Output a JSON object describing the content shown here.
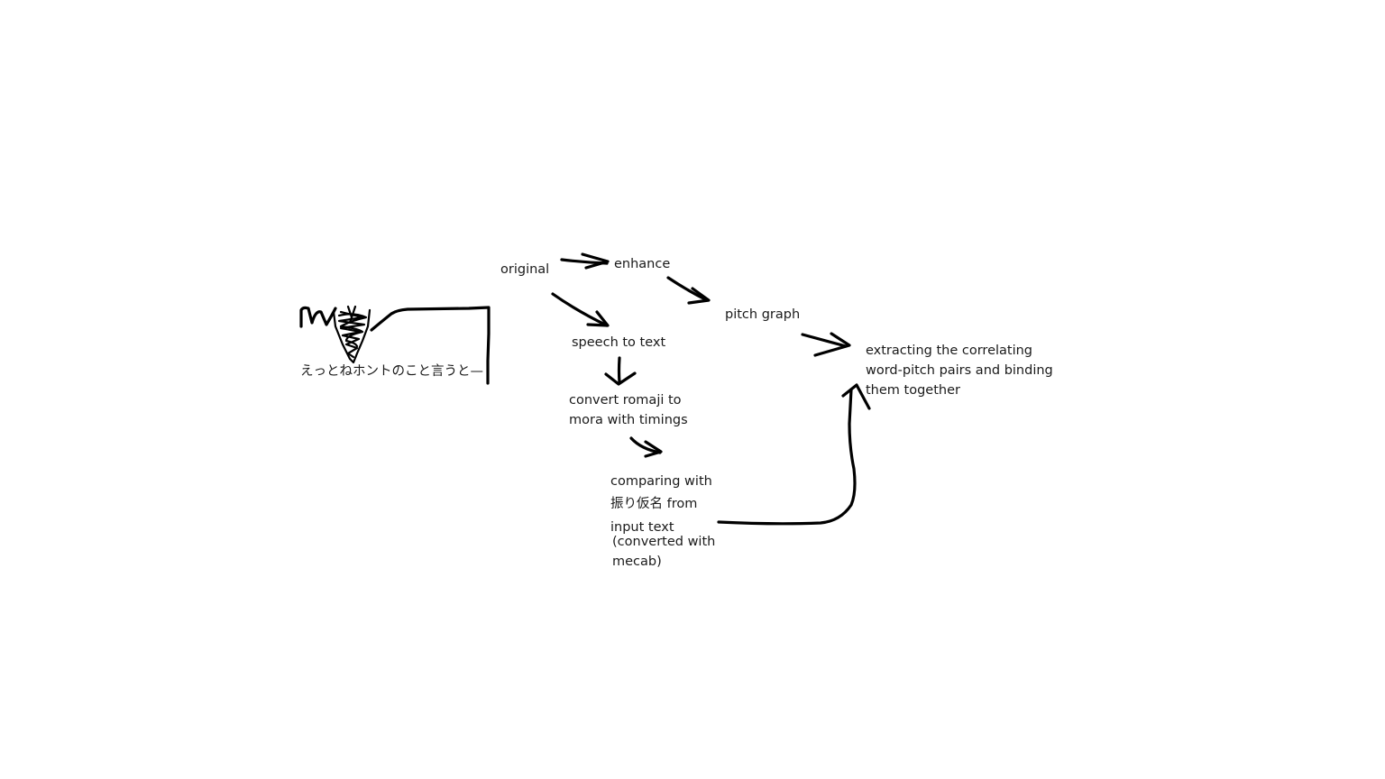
{
  "diagram": {
    "sketch_caption": "えっとねホントのこと言うと—",
    "nodes": {
      "original": "original",
      "enhance": "enhance",
      "pitch_graph": "pitch graph",
      "speech_to_text": "speech to text",
      "convert_romaji": [
        "convert romaji to",
        "mora with timings"
      ],
      "comparing": [
        "comparing with",
        "振り仮名 from",
        "input text"
      ],
      "converted_note": [
        "(converted with",
        "mecab)"
      ],
      "extracting": [
        "extracting the correlating",
        "word-pitch pairs and binding",
        "them together"
      ]
    },
    "colors": {
      "background": "#ffffff",
      "ink": "#000000",
      "text": "#1a1a1a"
    }
  }
}
